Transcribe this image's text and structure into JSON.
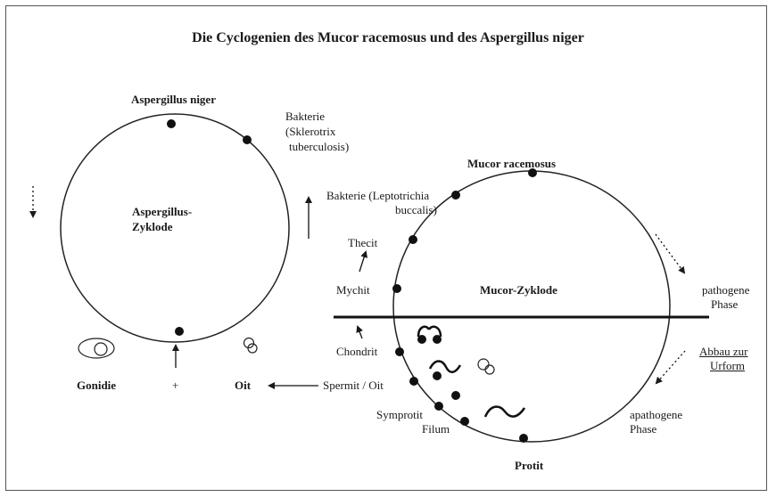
{
  "title": "Die Cyclogenien des Mucor racemosus und des Aspergillus niger",
  "aspergillus": {
    "name": "Aspergillus niger",
    "zyklode": [
      "Aspergillus-",
      "Zyklode"
    ],
    "bakterie": [
      "Bakterie",
      "(Sklerotrix",
      "tuberculosis)"
    ],
    "gonidie": "Gonidie",
    "plus": "+",
    "oit": "Oit"
  },
  "mucor": {
    "name": "Mucor racemosus",
    "zyklode": "Mucor-Zyklode",
    "bakterie": [
      "Bakterie (Leptotrichia",
      "buccalis)"
    ],
    "thecit": "Thecit",
    "mychit": "Mychit",
    "chondrit": "Chondrit",
    "spermit": "Spermit / Oit",
    "symprotit": "Symprotit",
    "filum": "Filum",
    "protit": "Protit"
  },
  "phases": {
    "pathogene": [
      "pathogene",
      "Phase"
    ],
    "abbau": [
      "Abbau zur",
      "Urform"
    ],
    "apathogene": [
      "apathogene",
      "Phase"
    ]
  }
}
